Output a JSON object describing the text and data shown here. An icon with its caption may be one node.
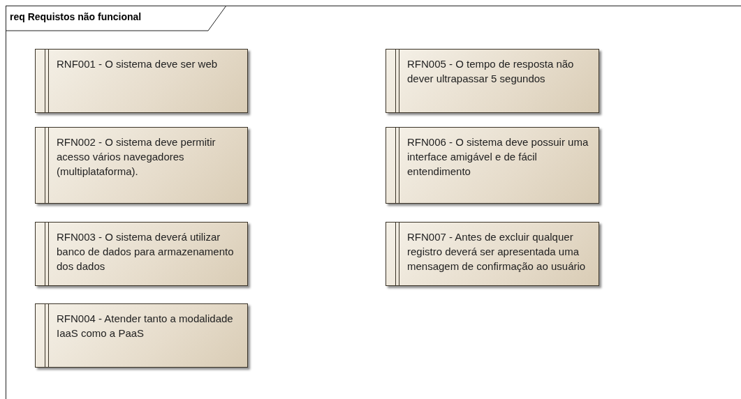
{
  "diagram": {
    "title": "req Requistos não funcional",
    "nodes": [
      {
        "text": [
          "RNF001 - O sistema deve ser web"
        ]
      },
      {
        "text": [
          "RFN002 - O sistema deve permitir acesso vários navegadores (multiplataforma)."
        ]
      },
      {
        "text": [
          "RFN003 - O sistema deverá utilizar banco de dados para armazenamento dos dados"
        ]
      },
      {
        "text": [
          "RFN004 - Atender tanto a modalidade IaaS como a PaaS"
        ]
      },
      {
        "text": [
          "RFN005 - O tempo de resposta não dever ultrapassar 5 segundos"
        ]
      },
      {
        "text": [
          "RFN006 - O sistema deve possuir uma interface amigável e de fácil entendimento"
        ]
      },
      {
        "text": [
          "RFN007 - Antes de excluir qualquer registro deverá ser apresentada uma mensagem de confirmação ao usuário"
        ]
      }
    ],
    "edges": []
  }
}
